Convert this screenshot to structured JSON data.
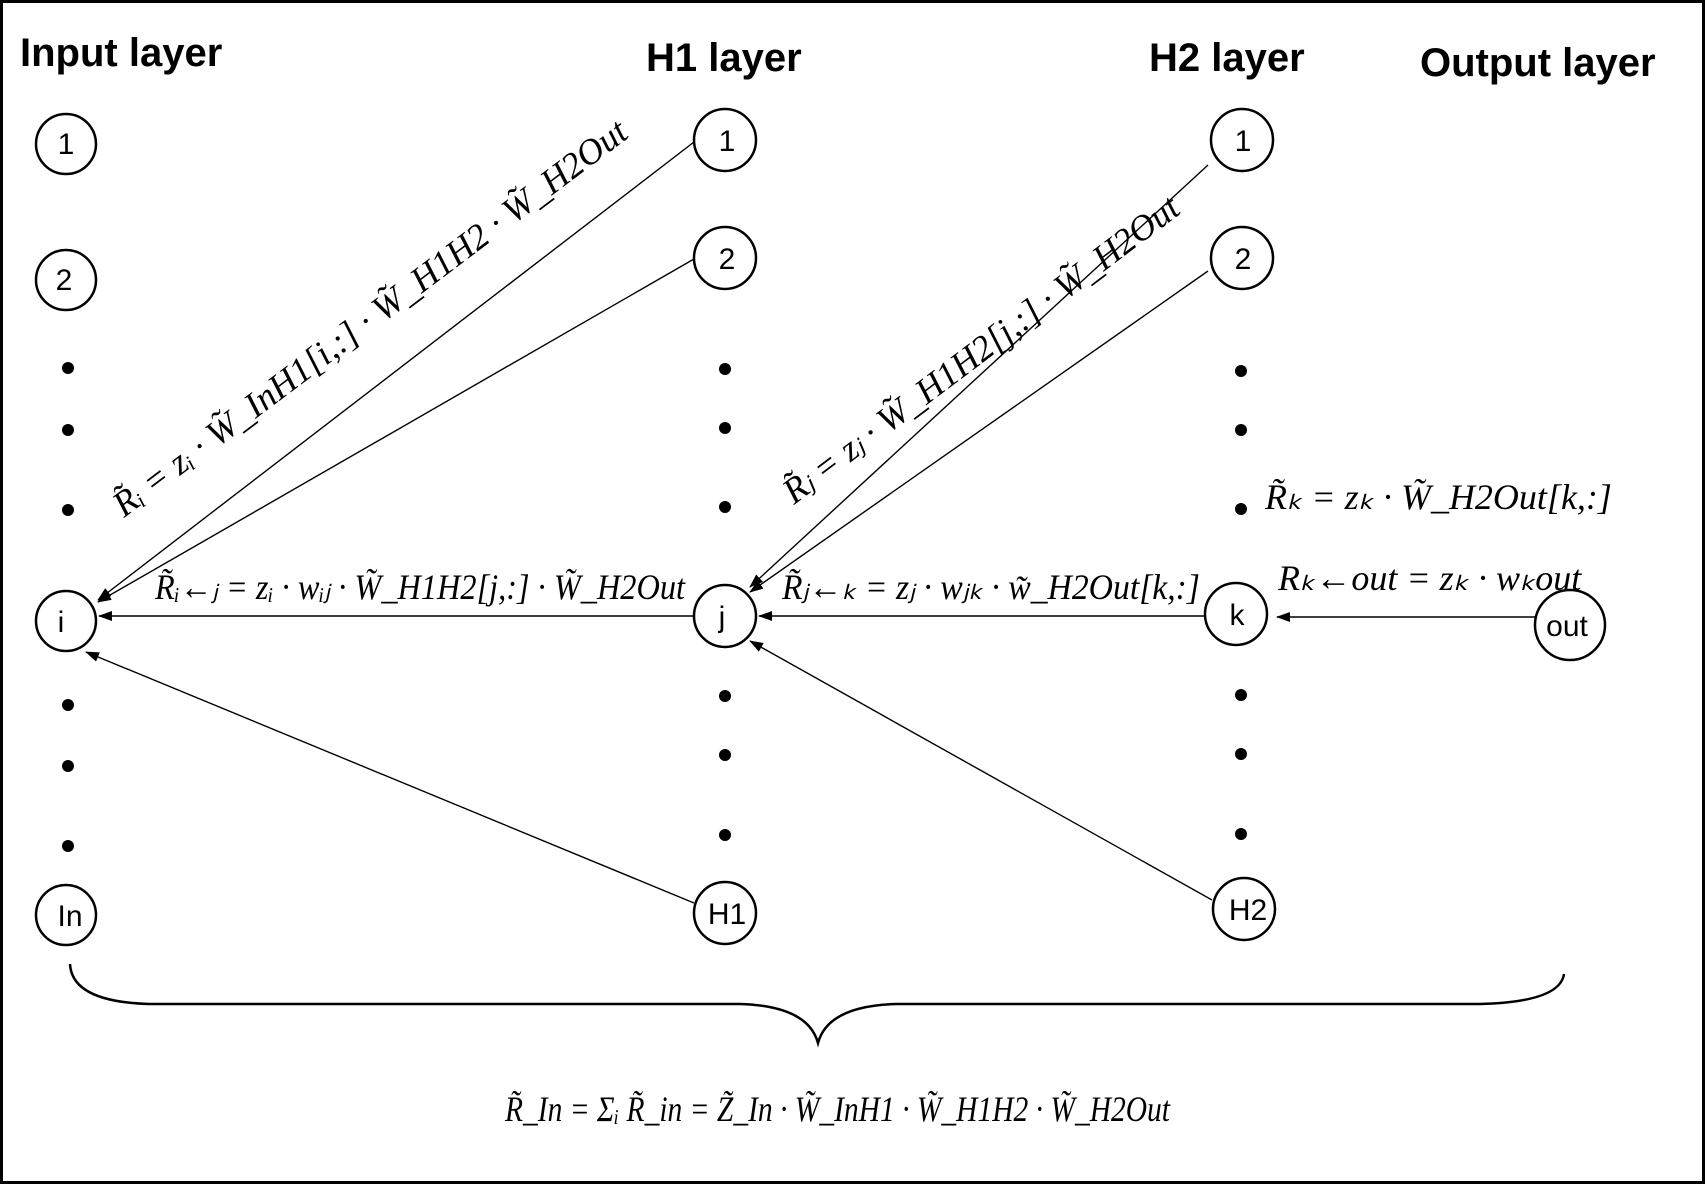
{
  "layers": {
    "input": "Input layer",
    "h1": "H1 layer",
    "h2": "H2 layer",
    "output": "Output layer"
  },
  "nodes": {
    "input_1": "1",
    "input_2": "2",
    "input_i": "i",
    "input_last": "In",
    "h1_1": "1",
    "h1_2": "2",
    "h1_j": "j",
    "h1_last": "H1",
    "h2_1": "1",
    "h2_2": "2",
    "h2_k": "k",
    "h2_last": "H2",
    "output_out": "out"
  },
  "formulas": {
    "r_i_tilde": "R̃ᵢ = zᵢ · W̃_InH1[i,:] · W̃_H1H2 · W̃_H2Out",
    "r_j_tilde": "R̃ⱼ = zⱼ · W̃_H1H2[j,:] · W̃_H2Out",
    "r_k_tilde": "R̃ₖ = zₖ · W̃_H2Out[k,:]",
    "r_i_from_j": "R̃ᵢ←ⱼ = zᵢ · wᵢⱼ · W̃_H1H2[j,:] · W̃_H2Out",
    "r_j_from_k": "R̃ⱼ←ₖ = zⱼ · wⱼₖ · w̃_H2Out[k,:]",
    "r_k_from_out": "Rₖ←out = zₖ · wₖout",
    "r_in_total": "R̃_In = Σᵢ R̃_in = Z̃_In · W̃_InH1 · W̃_H1H2 · W̃_H2Out"
  }
}
